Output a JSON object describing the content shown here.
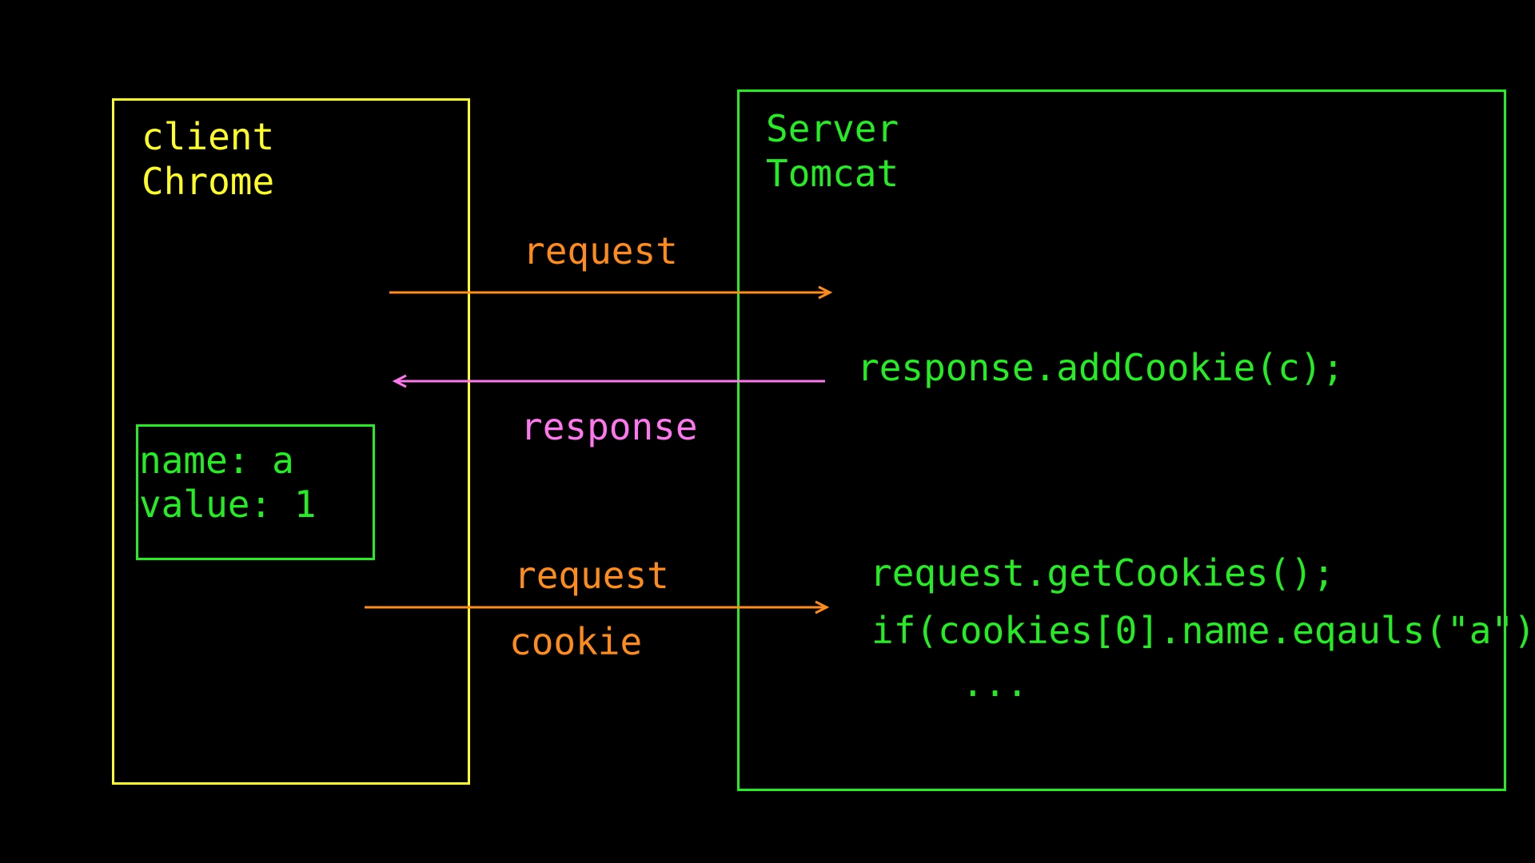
{
  "client": {
    "line1": "client",
    "line2": "Chrome"
  },
  "server": {
    "line1": "Server",
    "line2": "Tomcat"
  },
  "cookie_box": {
    "line1": "name: a",
    "line2": "value: 1"
  },
  "arrows": {
    "request1_label": "request",
    "response_label": "response",
    "request2_label": "request",
    "cookie_label": "cookie"
  },
  "code": {
    "add_cookie": "response.addCookie(c);",
    "get_cookies": "request.getCookies();",
    "if_line": "if(cookies[0].name.eqauls(\"a\"))",
    "ellipsis": "..."
  },
  "colors": {
    "background": "#000000",
    "client": "#ffff22",
    "server": "#22ee22",
    "request": "#ff8c1a",
    "response": "#ff77ee"
  }
}
